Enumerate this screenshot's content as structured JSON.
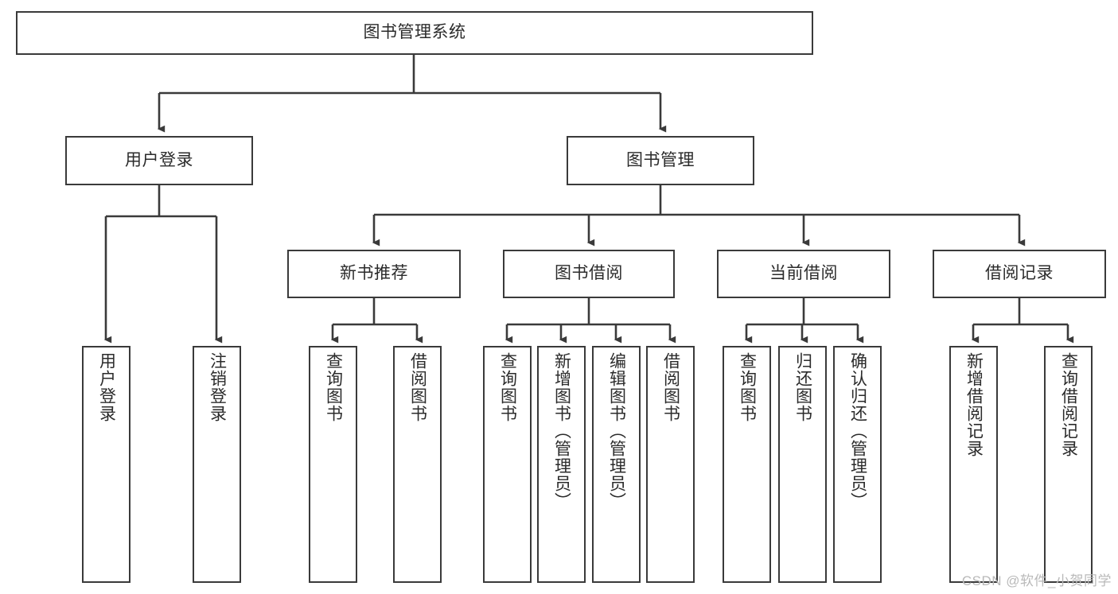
{
  "diagram": {
    "type": "hierarchy-tree",
    "title": "图书管理系统",
    "watermark": "CSDN @软件_小贺同学",
    "colors": {
      "node_border": "#3a3a3a",
      "node_fill": "#ffffff",
      "connector": "#3a3a3a",
      "text": "#2b2b2b",
      "watermark": "#b9b9b9",
      "background": "#ffffff"
    },
    "levels": {
      "root": {
        "label": "图书管理系统"
      },
      "level2": [
        {
          "id": "user-login",
          "label": "用户登录"
        },
        {
          "id": "book-management",
          "label": "图书管理"
        }
      ],
      "level3": [
        {
          "id": "new-book-recommend",
          "label": "新书推荐",
          "parent": "book-management"
        },
        {
          "id": "book-borrow",
          "label": "图书借阅",
          "parent": "book-management"
        },
        {
          "id": "current-borrow",
          "label": "当前借阅",
          "parent": "book-management"
        },
        {
          "id": "borrow-record",
          "label": "借阅记录",
          "parent": "book-management"
        }
      ],
      "leaves": [
        {
          "id": "leaf-user-login",
          "label": "用户登录",
          "parent": "user-login"
        },
        {
          "id": "leaf-logout",
          "label": "注销登录",
          "parent": "user-login"
        },
        {
          "id": "leaf-query-book-1",
          "label": "查询图书",
          "parent": "new-book-recommend"
        },
        {
          "id": "leaf-borrow-book-1",
          "label": "借阅图书",
          "parent": "new-book-recommend"
        },
        {
          "id": "leaf-query-book-2",
          "label": "查询图书",
          "parent": "book-borrow"
        },
        {
          "id": "leaf-add-book",
          "label": "新增图书（管理员）",
          "parent": "book-borrow"
        },
        {
          "id": "leaf-edit-book",
          "label": "编辑图书（管理员）",
          "parent": "book-borrow"
        },
        {
          "id": "leaf-borrow-book-2",
          "label": "借阅图书",
          "parent": "book-borrow"
        },
        {
          "id": "leaf-query-book-3",
          "label": "查询图书",
          "parent": "current-borrow"
        },
        {
          "id": "leaf-return-book",
          "label": "归还图书",
          "parent": "current-borrow"
        },
        {
          "id": "leaf-confirm-return",
          "label": "确认归还（管理员）",
          "parent": "current-borrow"
        },
        {
          "id": "leaf-add-record",
          "label": "新增借阅记录",
          "parent": "borrow-record"
        },
        {
          "id": "leaf-query-record",
          "label": "查询借阅记录",
          "parent": "borrow-record"
        }
      ]
    }
  }
}
